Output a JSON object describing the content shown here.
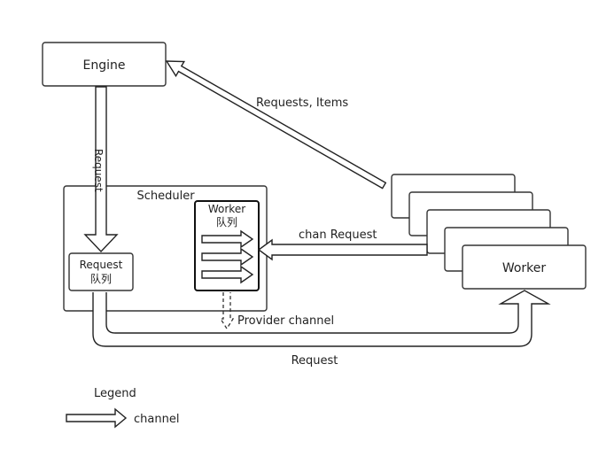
{
  "nodes": {
    "engine": "Engine",
    "scheduler": "Scheduler",
    "request_queue": [
      "Request",
      "队列"
    ],
    "worker_queue": [
      "Worker",
      "队列"
    ],
    "worker": "Worker"
  },
  "edges": {
    "engine_to_scheduler": "Request",
    "workers_to_engine": "Requests, Items",
    "workers_to_scheduler": "chan Request",
    "provider": "Provider channel",
    "scheduler_to_worker": "Request"
  },
  "legend": {
    "title": "Legend",
    "channel": "channel"
  }
}
